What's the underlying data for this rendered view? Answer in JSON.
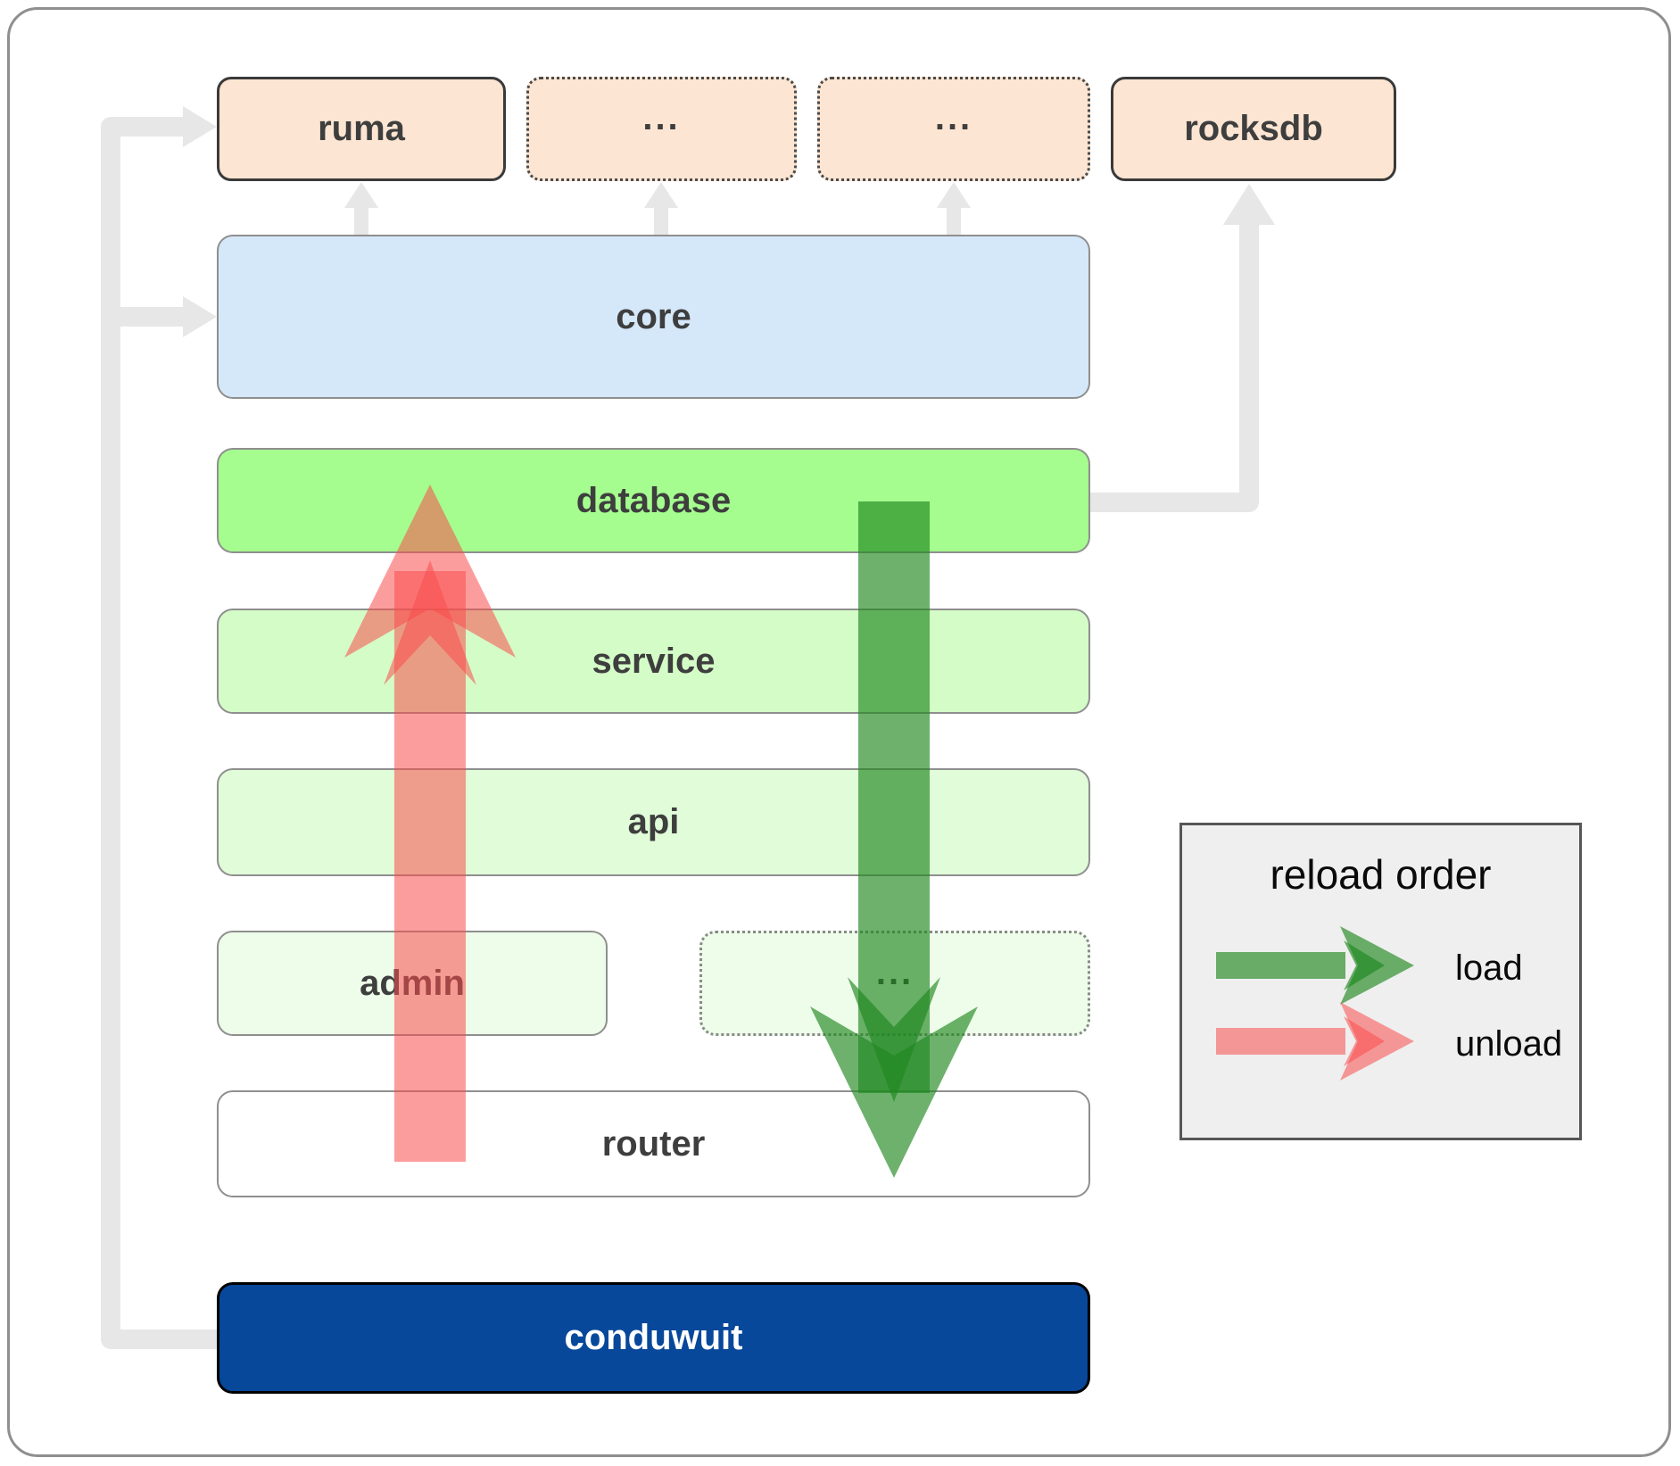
{
  "boxes": {
    "ruma": "ruma",
    "top_ellipsis_1": "...",
    "top_ellipsis_2": "...",
    "rocksdb": "rocksdb",
    "core": "core",
    "database": "database",
    "service": "service",
    "api": "api",
    "admin": "admin",
    "admin_ellipsis": "...",
    "router": "router",
    "conduwuit": "conduwuit"
  },
  "legend": {
    "title": "reload order",
    "load_label": "load",
    "unload_label": "unload"
  },
  "colors": {
    "load_arrow": "#1e871e",
    "unload_arrow": "#f94c4c",
    "connector_gray": "#e7e7e7",
    "crate_fill_peach": "#fce5d2",
    "core_fill_blue": "#d5e8fa",
    "database_fill_green": "#a4fd8e",
    "service_fill_green": "#d4fcc7",
    "api_fill_green": "#e0fcd8",
    "faint_green_fill": "#edfde9",
    "conduwuit_fill_blue": "#07489b"
  }
}
